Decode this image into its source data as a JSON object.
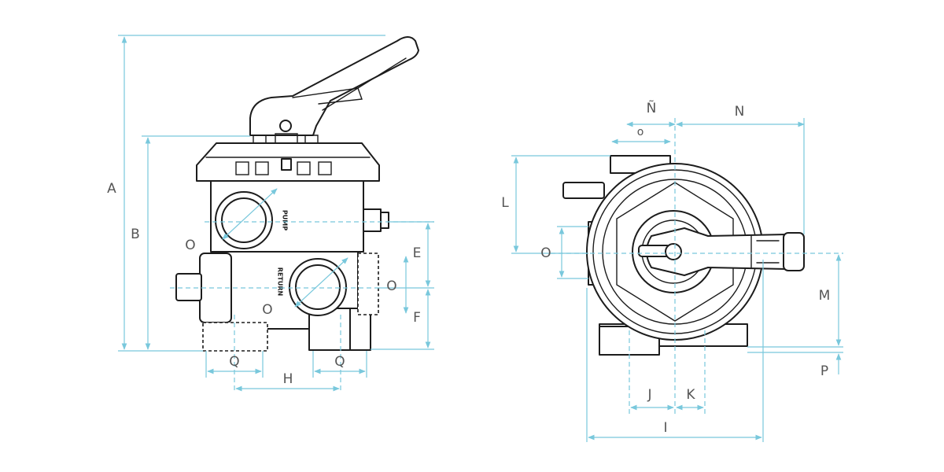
{
  "dimensions": {
    "A": "A",
    "B": "B",
    "E": "E",
    "F": "F",
    "H": "H",
    "Q_left": "Q",
    "Q_right": "Q",
    "O_top": "O",
    "O_mid": "O",
    "O_return": "O",
    "O_side": "O",
    "O_small": "o",
    "N_tilde": "Ñ",
    "N": "N",
    "L": "L",
    "M": "M",
    "P": "P",
    "J": "J",
    "K": "K",
    "I": "I"
  },
  "ports": {
    "pump": "PUMP",
    "return": "RETURN"
  },
  "colors": {
    "dimension_lines": "#79c8dc",
    "outline": "#1c1c1c",
    "labels": "#555555"
  }
}
